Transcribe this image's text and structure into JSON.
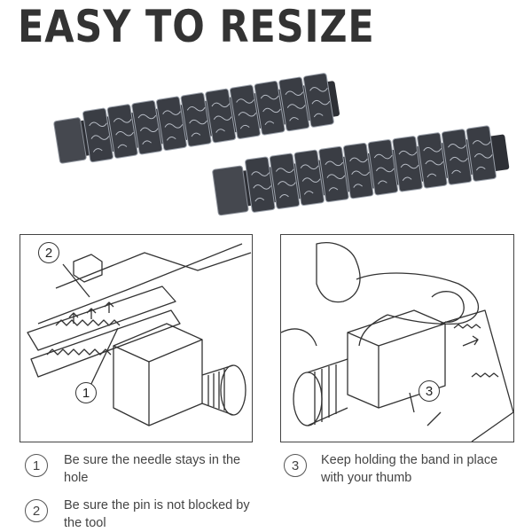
{
  "title": "EASY TO RESIZE",
  "colors": {
    "band_metal": "#3a3d44",
    "band_highlight": "#9aa0aa",
    "line_art": "#444444"
  },
  "panel_left": {
    "marker_top": "2",
    "marker_bottom": "1"
  },
  "panel_right": {
    "marker": "3"
  },
  "notes": [
    {
      "number": "1",
      "text": "Be sure the needle stays in the hole"
    },
    {
      "number": "2",
      "text": "Be sure the pin is not  blocked by the tool"
    },
    {
      "number": "3",
      "text": "Keep holding the band in place with your thumb"
    }
  ]
}
